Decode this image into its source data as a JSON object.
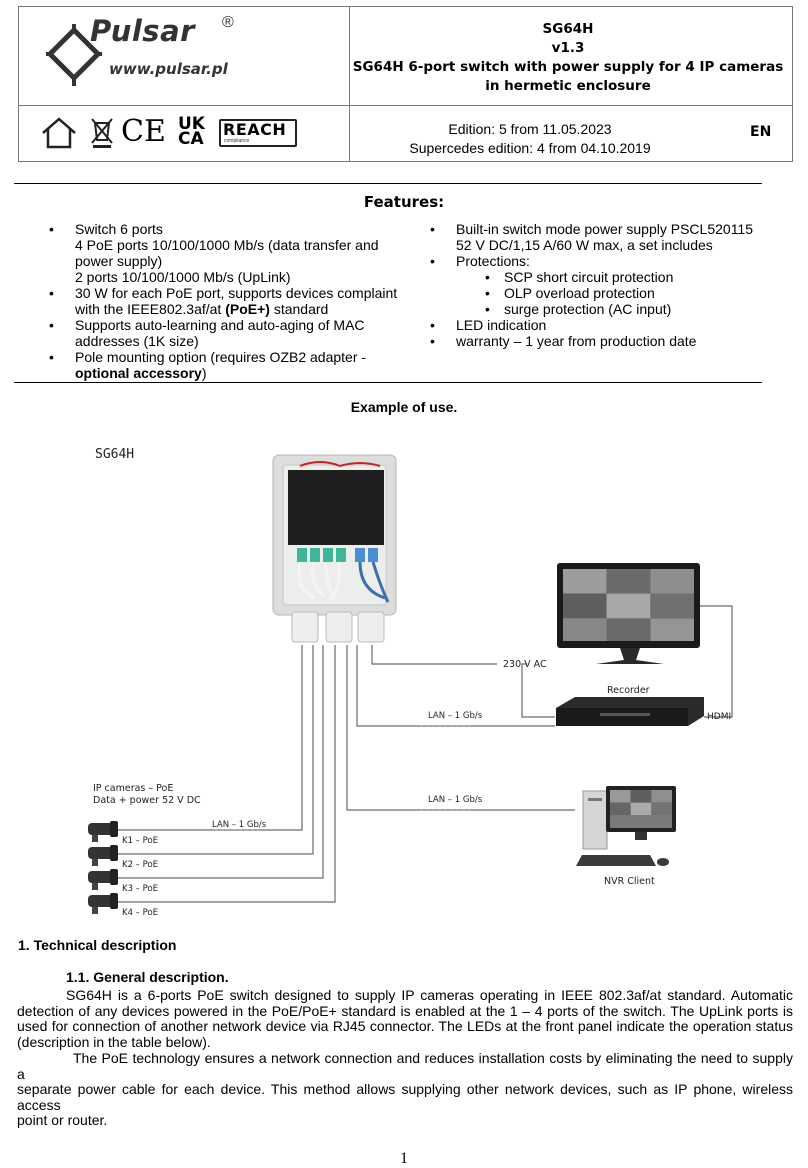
{
  "header": {
    "logo_text": "Pulsar",
    "logo_reg": "®",
    "logo_url": "www.pulsar.pl",
    "model": "SG64H",
    "version": "v1.3",
    "title_line1": "SG64H 6-port switch with power supply for 4 IP cameras",
    "title_line2": "in hermetic enclosure",
    "edition": "Edition: 5 from 11.05.2023",
    "supersedes": "Supercedes edition: 4 from 04.10.2019",
    "language": "EN",
    "cert_ce": "CE",
    "cert_ukca_top": "UK",
    "cert_ukca_bottom": "CA",
    "cert_reach": "REACH",
    "cert_reach_sub": "compliance",
    "icons": [
      "home-icon",
      "weee-bin-icon",
      "ce-mark",
      "ukca-mark",
      "reach-mark"
    ]
  },
  "features": {
    "title": "Features:",
    "left": {
      "item1_line1": "Switch 6 ports",
      "item1_line2": "4 PoE ports 10/100/1000 Mb/s (data transfer and",
      "item1_line3": "power supply)",
      "item1_line4": "2 ports 10/100/1000 Mb/s (UpLink)",
      "item2_line1": "30 W for each PoE port, supports devices complaint",
      "item2_line2a": "with the IEEE802.3af/at ",
      "item2_line2b": "(PoE+)",
      "item2_line2c": " standard",
      "item3_line1": "Supports auto-learning and auto-aging of MAC",
      "item3_line2": "addresses (1K size)",
      "item4_line1": "Pole mounting option (requires OZB2 adapter -",
      "item4_line2a": "optional accessory",
      "item4_line2b": ")"
    },
    "right": {
      "item1_line1": "Built-in switch mode power supply PSCL520115",
      "item1_line2": "52 V DC/1,15 A/60 W max, a set includes",
      "item2": "Protections:",
      "sub1": "SCP short circuit protection",
      "sub2": "OLP overload protection",
      "sub3": "surge protection (AC input)",
      "item3": "LED indication",
      "item4": "warranty – 1 year from production date"
    }
  },
  "example": {
    "title": "Example of use.",
    "device_label": "SG64H",
    "ac_label": "230 V AC",
    "recorder_label": "Recorder",
    "hdmi_label": "HDMI",
    "lan_label": "LAN – 1 Gb/s",
    "cameras_title1": "IP cameras – PoE",
    "cameras_title2": "Data + power 52 V DC",
    "cam_k1": "K1 – PoE",
    "cam_k2": "K2 – PoE",
    "cam_k3": "K3 – PoE",
    "cam_k4": "K4 – PoE",
    "nvr_label": "NVR Client",
    "colors": {
      "enclosure": "#d9dcd9",
      "module": "#1f1f1f",
      "port_green": "#3fb59a",
      "port_blue": "#4a8fd0",
      "line": "#6b6b6b"
    }
  },
  "section1": {
    "title": "1.  Technical description",
    "sub_title": "1.1. General description.",
    "para1_l1": "SG64H is a 6-ports PoE switch designed to supply IP cameras operating in IEEE 802.3af/at standard. Automatic",
    "para1_l2": "detection of any devices powered in the PoE/PoE+ standard is enabled at the 1 – 4 ports of the switch. The UpLink ports is",
    "para1_l3": "used for connection of another network device via RJ45 connector. The LEDs at the front panel indicate the operation status",
    "para1_l4": "(description in the table below).",
    "para2_l1": "The PoE technology ensures a network connection and reduces installation costs by eliminating the need to supply a",
    "para2_l2": "separate power cable for each device. This method allows supplying other network devices, such as IP phone, wireless access",
    "para2_l3": "point or router."
  },
  "page_number": "1"
}
